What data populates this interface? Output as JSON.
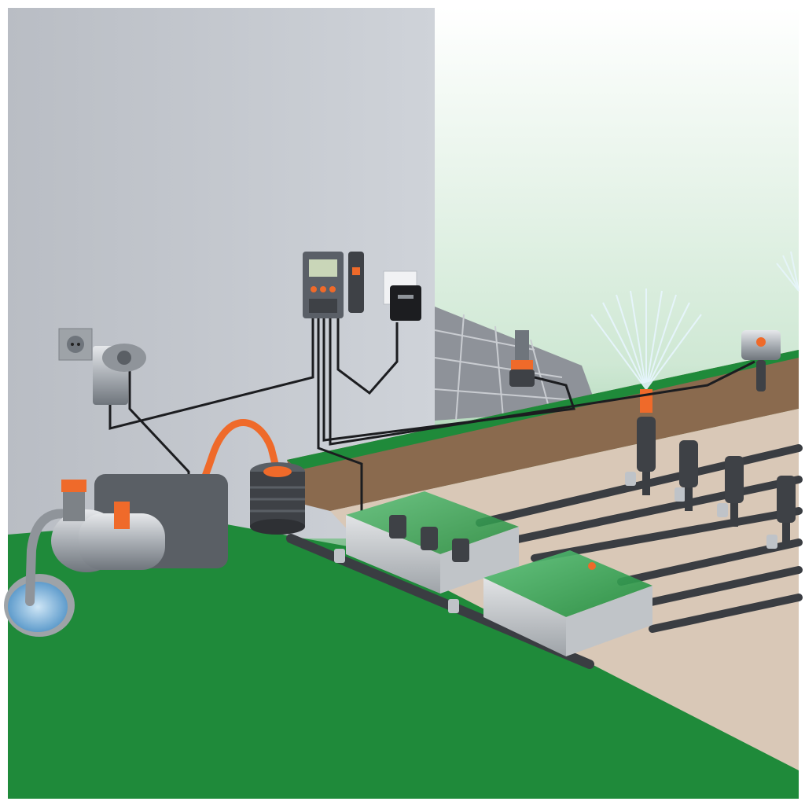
{
  "scene": {
    "description_visible_text": "",
    "colors": {
      "wall": "#c4c8cf",
      "lawn": "#1f8a3a",
      "sky_top": "#ffffff",
      "soil": "#8a6a4e",
      "trench": "#d8c8b8",
      "pipe": "#3a3d42",
      "orange_accent": "#ef6a2a",
      "water": "#6aa8d6"
    }
  },
  "components": [
    {
      "id": "wall-socket",
      "icon": "power-socket-icon"
    },
    {
      "id": "pump-pressure-switch",
      "icon": "pressure-switch-icon"
    },
    {
      "id": "garden-pump",
      "icon": "pump-icon"
    },
    {
      "id": "well-water",
      "icon": "water-source-icon"
    },
    {
      "id": "suction-hose",
      "icon": "hose-icon"
    },
    {
      "id": "pressure-hose",
      "icon": "orange-hose-icon"
    },
    {
      "id": "water-socket-box",
      "icon": "water-connector-icon"
    },
    {
      "id": "irrigation-controller",
      "icon": "controller-icon"
    },
    {
      "id": "control-module",
      "icon": "module-icon"
    },
    {
      "id": "transformer",
      "icon": "plug-transformer-icon"
    },
    {
      "id": "valve-box-1",
      "icon": "valve-box-icon"
    },
    {
      "id": "valve-box-2",
      "icon": "valve-box-icon"
    },
    {
      "id": "pop-up-sprinkler",
      "icon": "pop-up-sprinkler-icon"
    },
    {
      "id": "spray-sprinkler",
      "icon": "spray-sprinkler-icon"
    },
    {
      "id": "soil-moisture-sensor",
      "icon": "sensor-icon"
    },
    {
      "id": "rain-sensor",
      "icon": "rain-sensor-icon"
    }
  ]
}
